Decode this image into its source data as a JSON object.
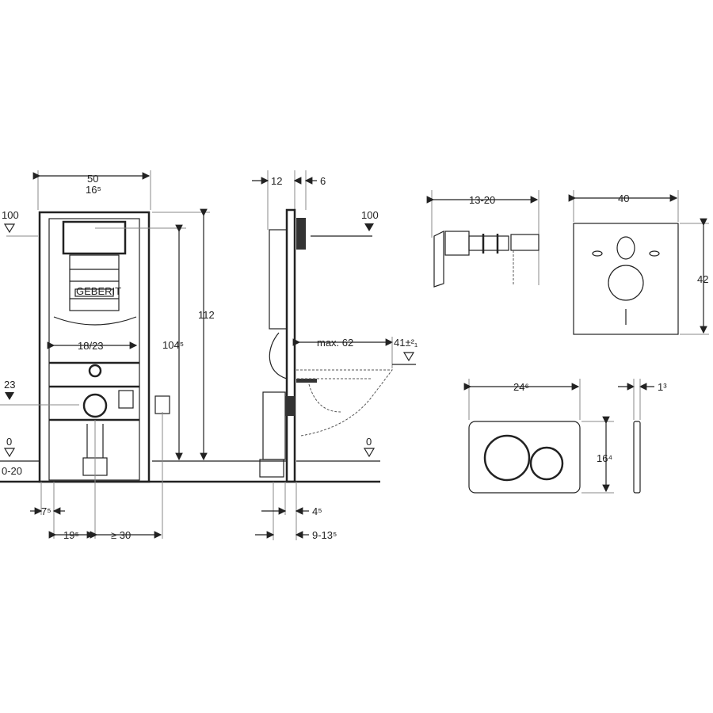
{
  "front_view": {
    "width": "50",
    "top_sub": "16⁵",
    "level_100": "100",
    "level_23": "23",
    "level_0": "0",
    "range_0_20": "0-20",
    "spacing_18_23": "18/23",
    "height_104": "104⁵",
    "height_112": "112",
    "dim_7": "7⁵",
    "dim_19": "19⁵",
    "dim_30": "≥ 30",
    "brand": "GEBERIT"
  },
  "side_view": {
    "depth_12": "12",
    "depth_6": "6",
    "level_100": "100",
    "max_62": "max. 62",
    "level_41": "41±²₁",
    "level_0": "0",
    "dim_4": "4⁵",
    "dim_9_13": "9-13⁵"
  },
  "bracket": {
    "range": "13-20"
  },
  "plate": {
    "width": "40",
    "height": "42"
  },
  "flush_button": {
    "width": "24⁶",
    "depth": "1³",
    "height": "16⁴"
  }
}
